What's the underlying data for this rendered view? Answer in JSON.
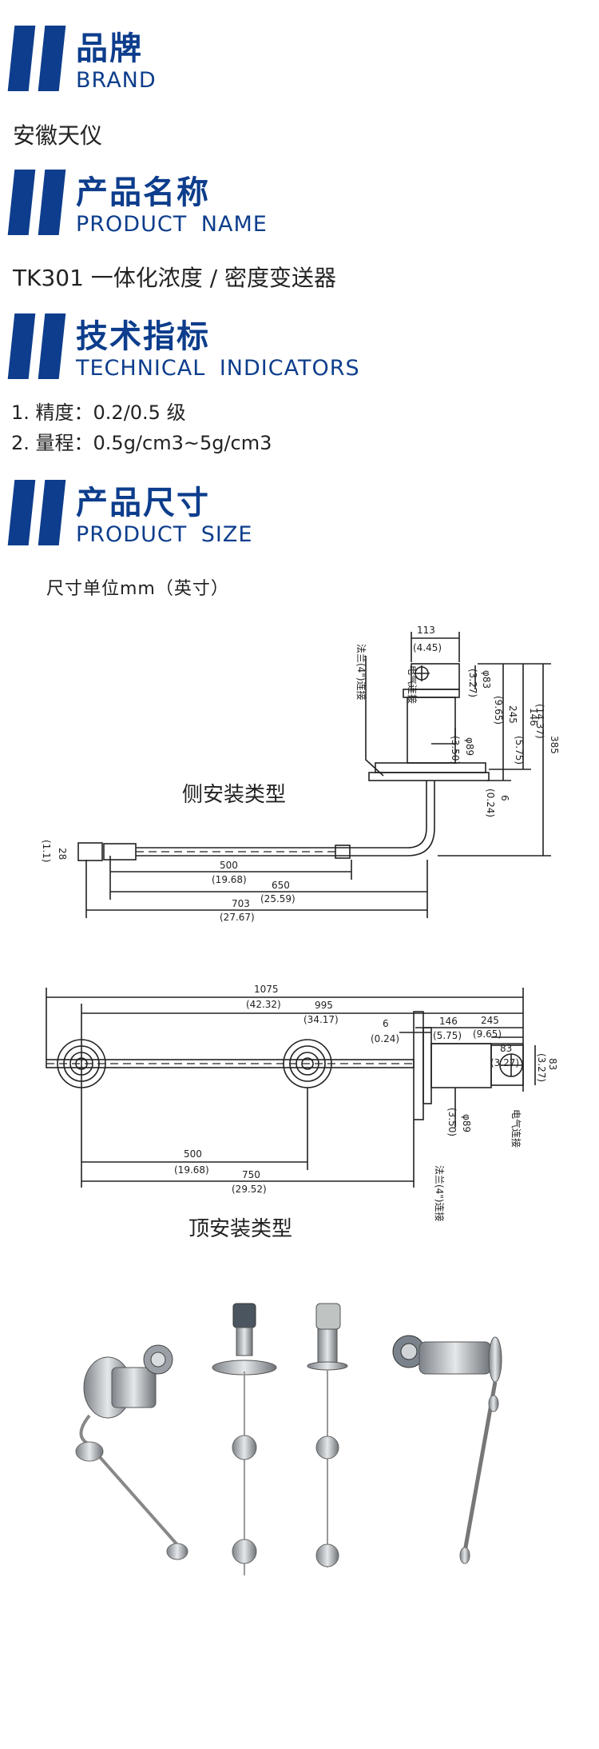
{
  "brand": {
    "title_cn": "品牌",
    "title_en": "BRAND",
    "value": "安徽天仪"
  },
  "product_name": {
    "title_cn": "产品名称",
    "title_en": "PRODUCT  NAME",
    "value": "TK301 一体化浓度 / 密度变送器"
  },
  "technical": {
    "title_cn": "技术指标",
    "title_en": "TECHNICAL  INDICATORS",
    "items": [
      "1. 精度：0.2/0.5 级",
      "2. 量程：0.5g/cm3~5g/cm3"
    ]
  },
  "size": {
    "title_cn": "产品尺寸",
    "title_en": "PRODUCT  SIZE",
    "unit_note": "尺寸单位mm（英寸）",
    "side": {
      "caption": "侧安装类型",
      "d113": "113",
      "d113i": "(4.45)",
      "d83": "φ83",
      "d83i": "(3.27)",
      "d89": "φ89",
      "d89i": "(3.50)",
      "d245": "245",
      "d245i": "(9.65)",
      "d146": "146",
      "d146i": "(5.75)",
      "d385": "385",
      "d385i": "(14.37)",
      "d6": "6",
      "d6i": "(0.24)",
      "d28": "28",
      "d28i": "(1.1)",
      "d500": "500",
      "d500i": "(19.68)",
      "d650": "650",
      "d650i": "(25.59)",
      "d703": "703",
      "d703i": "(27.67)",
      "flange_label": "法兰(4\")连接",
      "elec_label": "电气连接"
    },
    "top": {
      "caption": "顶安装类型",
      "d1075": "1075",
      "d1075i": "(42.32)",
      "d995": "995",
      "d995i": "(34.17)",
      "d245": "245",
      "d245i": "(9.65)",
      "d146": "146",
      "d146i": "(5.75)",
      "d6": "6",
      "d6i": "(0.24)",
      "d83a": "83",
      "d83ai": "(3.27)",
      "d83b": "83",
      "d83bi": "(3.27)",
      "d89": "φ89",
      "d89i": "(3.50)",
      "d500": "500",
      "d500i": "(19.68)",
      "d750": "750",
      "d750i": "(29.52)",
      "flange_label": "法兰(4\")连接",
      "elec_label": "电气连接"
    }
  }
}
